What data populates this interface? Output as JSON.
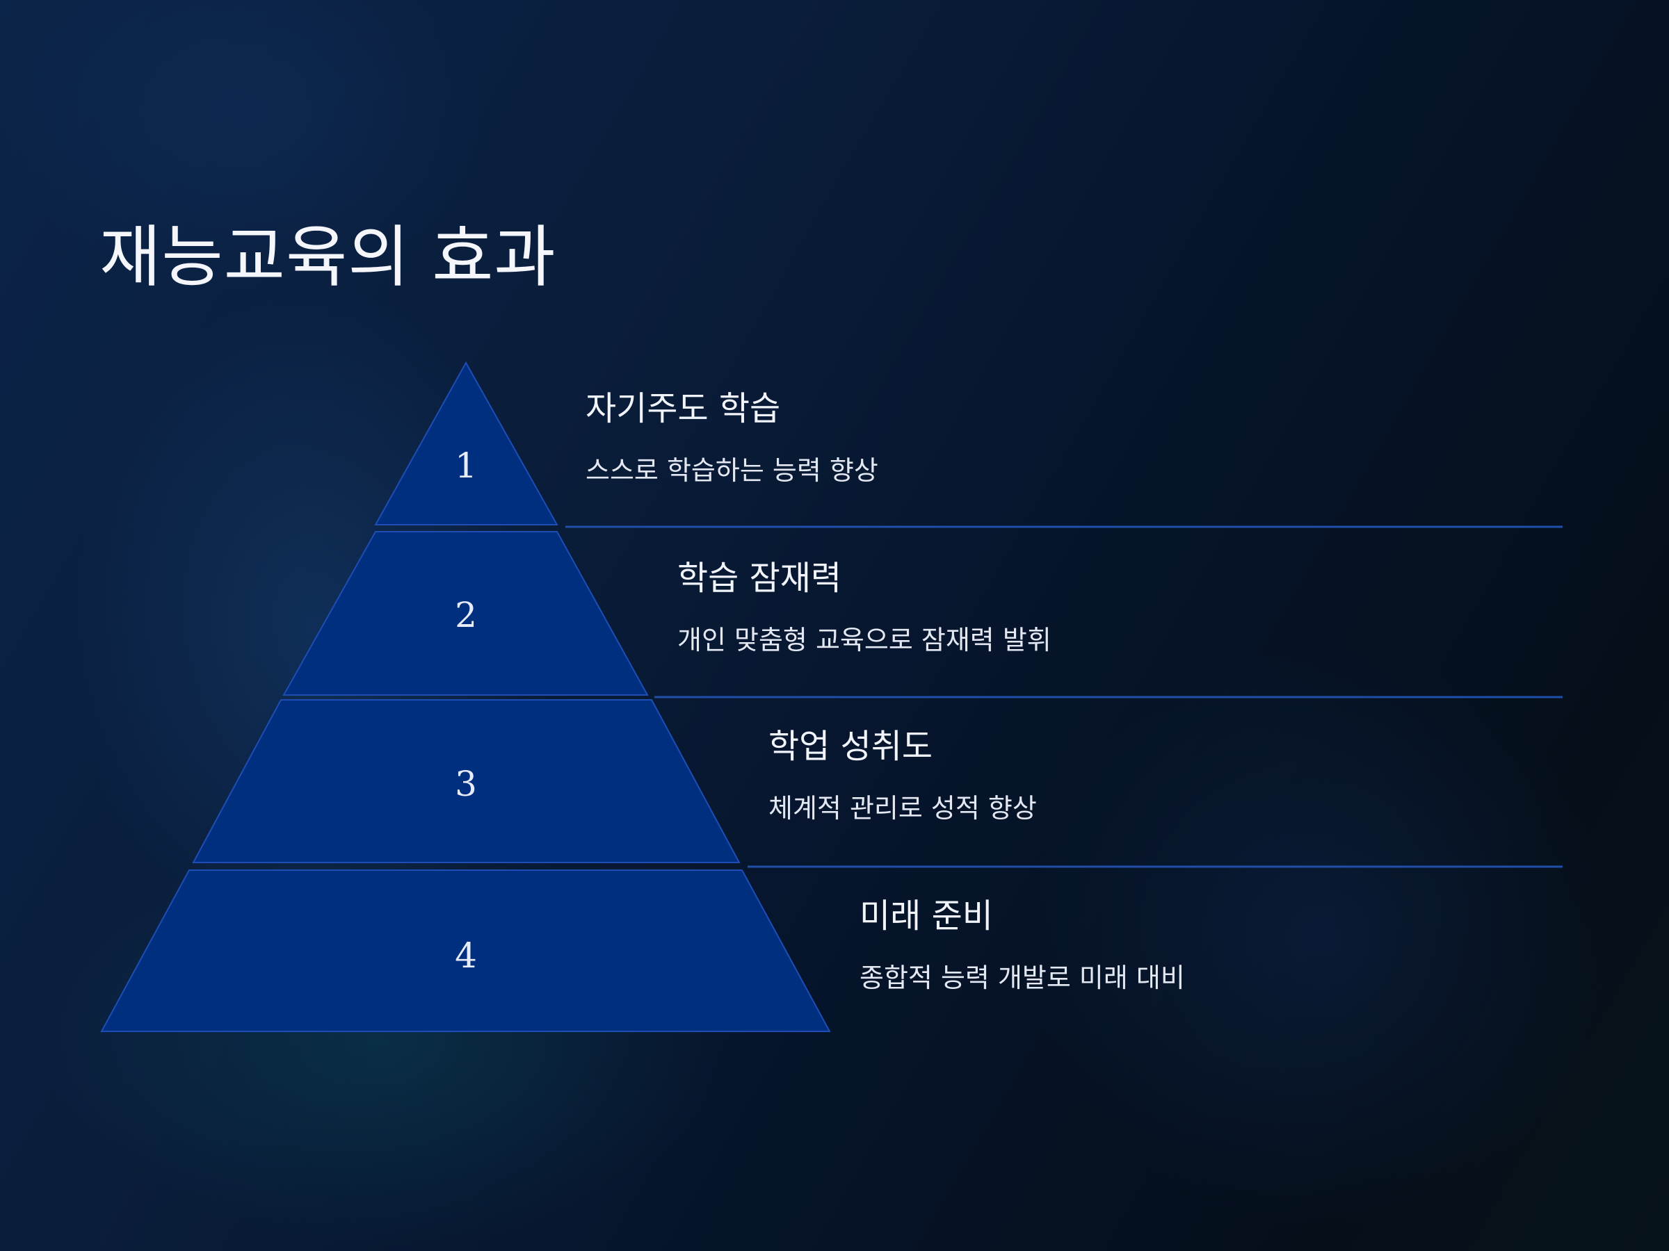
{
  "slide": {
    "title": "재능교육의 효과"
  },
  "pyramid": {
    "tiers": [
      {
        "number": "1",
        "title": "자기주도 학습",
        "description": "스스로 학습하는 능력 향상"
      },
      {
        "number": "2",
        "title": "학습 잠재력",
        "description": "개인 맞춤형 교육으로 잠재력 발휘"
      },
      {
        "number": "3",
        "title": "학업 성취도",
        "description": "체계적 관리로 성적 향상"
      },
      {
        "number": "4",
        "title": "미래 준비",
        "description": "종합적 능력 개발로 미래 대비"
      }
    ]
  },
  "colors": {
    "tier_fill": "#012f80",
    "tier_stroke": "#1d4db5",
    "divider": "#1f4fa8",
    "text": "#f1f4fa"
  }
}
